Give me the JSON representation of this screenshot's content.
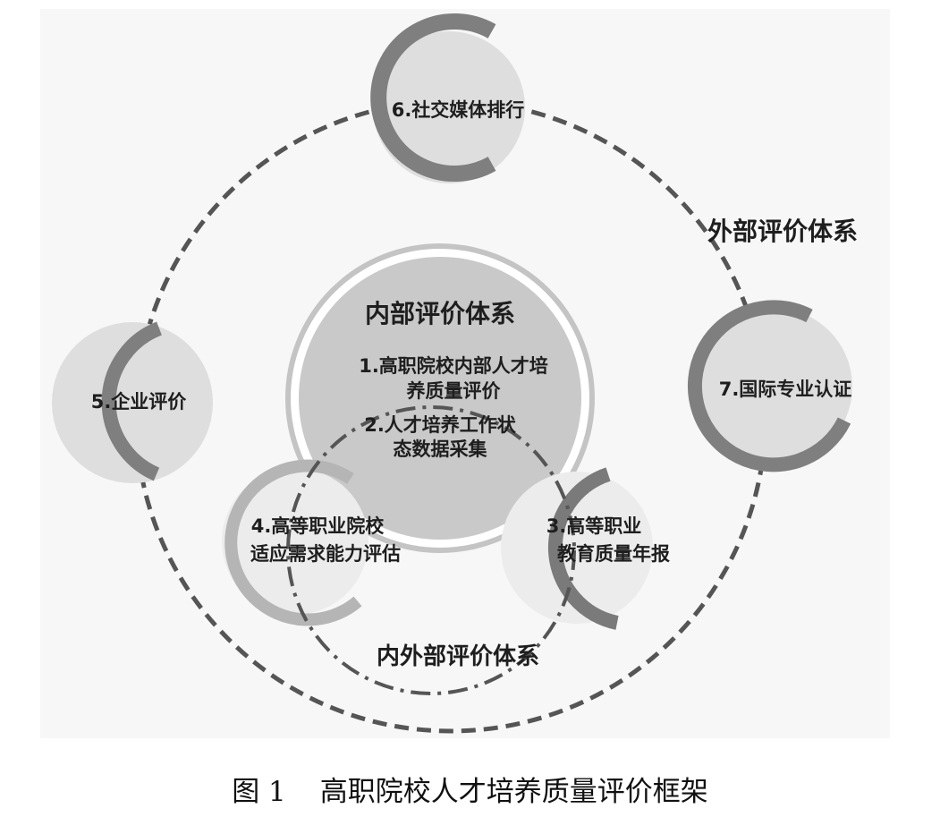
{
  "diagram": {
    "outer_system_label": "外部评价体系",
    "inner_system_label": "内部评价体系",
    "mixed_system_label": "内外部评价体系",
    "node1_line1": "1.高职院校内部人才培",
    "node1_line2": "养质量评价",
    "node2_line1": "2.人才培养工作状",
    "node2_line2": "态数据采集",
    "node3_line1": "3.高等职业",
    "node3_line2": "教育质量年报",
    "node4_line1": "4.高等职业院校",
    "node4_line2": "适应需求能力评估",
    "node5": "5.企业评价",
    "node6": "6.社交媒体排行",
    "node7": "7.国际专业认证"
  },
  "caption": {
    "figure_number": "图 1",
    "title": "高职院校人才培养质量评价框架"
  }
}
